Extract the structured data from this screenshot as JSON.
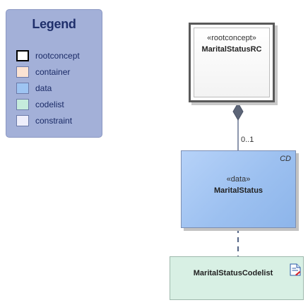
{
  "legend": {
    "title": "Legend",
    "items": [
      {
        "label": "rootconcept",
        "color": "#ffffff",
        "border": "#000000"
      },
      {
        "label": "container",
        "color": "#fbe3d3",
        "border": "#6c7aa8"
      },
      {
        "label": "data",
        "color": "#9ec4f2",
        "border": "#6c7aa8"
      },
      {
        "label": "codelist",
        "color": "#c5ebdc",
        "border": "#6c7aa8"
      },
      {
        "label": "constraint",
        "color": "#eeeefb",
        "border": "#6c7aa8"
      }
    ]
  },
  "diagram": {
    "root": {
      "stereotype": "«rootconcept»",
      "name": "MaritalStatusRC"
    },
    "data": {
      "stereotype": "«data»",
      "name": "MaritalStatus",
      "tag": "CD"
    },
    "codelist": {
      "name": "MaritalStatusCodelist",
      "icon": "document-icon"
    },
    "association": {
      "multiplicity": "0..1"
    }
  }
}
